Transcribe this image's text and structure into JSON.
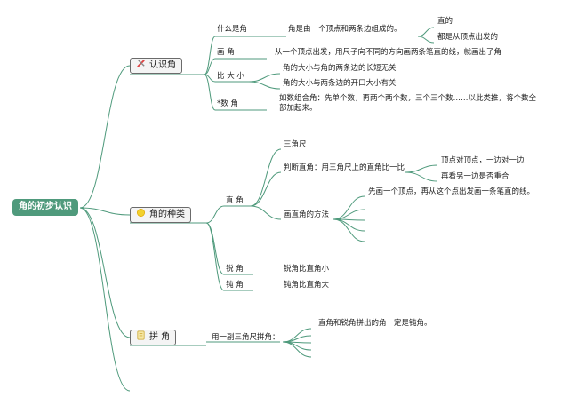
{
  "root": "角的初步认识",
  "colors": {
    "line": "#4f9a7c",
    "root_bg": "#4f9a7c",
    "node_bg": "#f4f4f4"
  },
  "branches": [
    {
      "title": "认识角",
      "icon": "pencil-ruler-icon",
      "items": [
        {
          "label": "什么是角",
          "text": "角是由一个顶点和两条边组成的。",
          "sub": [
            "直的",
            "都是从顶点出发的"
          ]
        },
        {
          "label": "画 角",
          "text": "从一个顶点出发，用尺子向不同的方向画两条笔直的线，就画出了角"
        },
        {
          "label": "比 大 小",
          "sub": [
            "角的大小与角的两条边的长短无关",
            "角的大小与两条边的开口大小有关"
          ]
        },
        {
          "label": "*数 角",
          "text": "如数组合角：先单个数，再两个两个数，三个三个数……以此类推，将个数全部加起来。"
        }
      ]
    },
    {
      "title": "角的种类",
      "icon": "sun-icon",
      "items": [
        {
          "label": "直 角",
          "children": [
            {
              "text": "三角尺"
            },
            {
              "text": "判断直角：用三角尺上的直角比一比",
              "sub": [
                "顶点对顶点，一边对一边",
                "再看另一边是否重合"
              ]
            },
            {
              "text": "画直角的方法",
              "sub": [
                "先画一个顶点，再从这个点出发画一条笔直的线。"
              ]
            }
          ]
        },
        {
          "label": "锐 角",
          "text": "锐角比直角小"
        },
        {
          "label": "钝 角",
          "text": "钝角比直角大"
        }
      ]
    },
    {
      "title": "拼 角",
      "icon": "document-icon",
      "items": [
        {
          "label": "用一副三角尺拼角：",
          "text": "直角和锐角拼出的角一定是钝角。"
        }
      ]
    }
  ]
}
